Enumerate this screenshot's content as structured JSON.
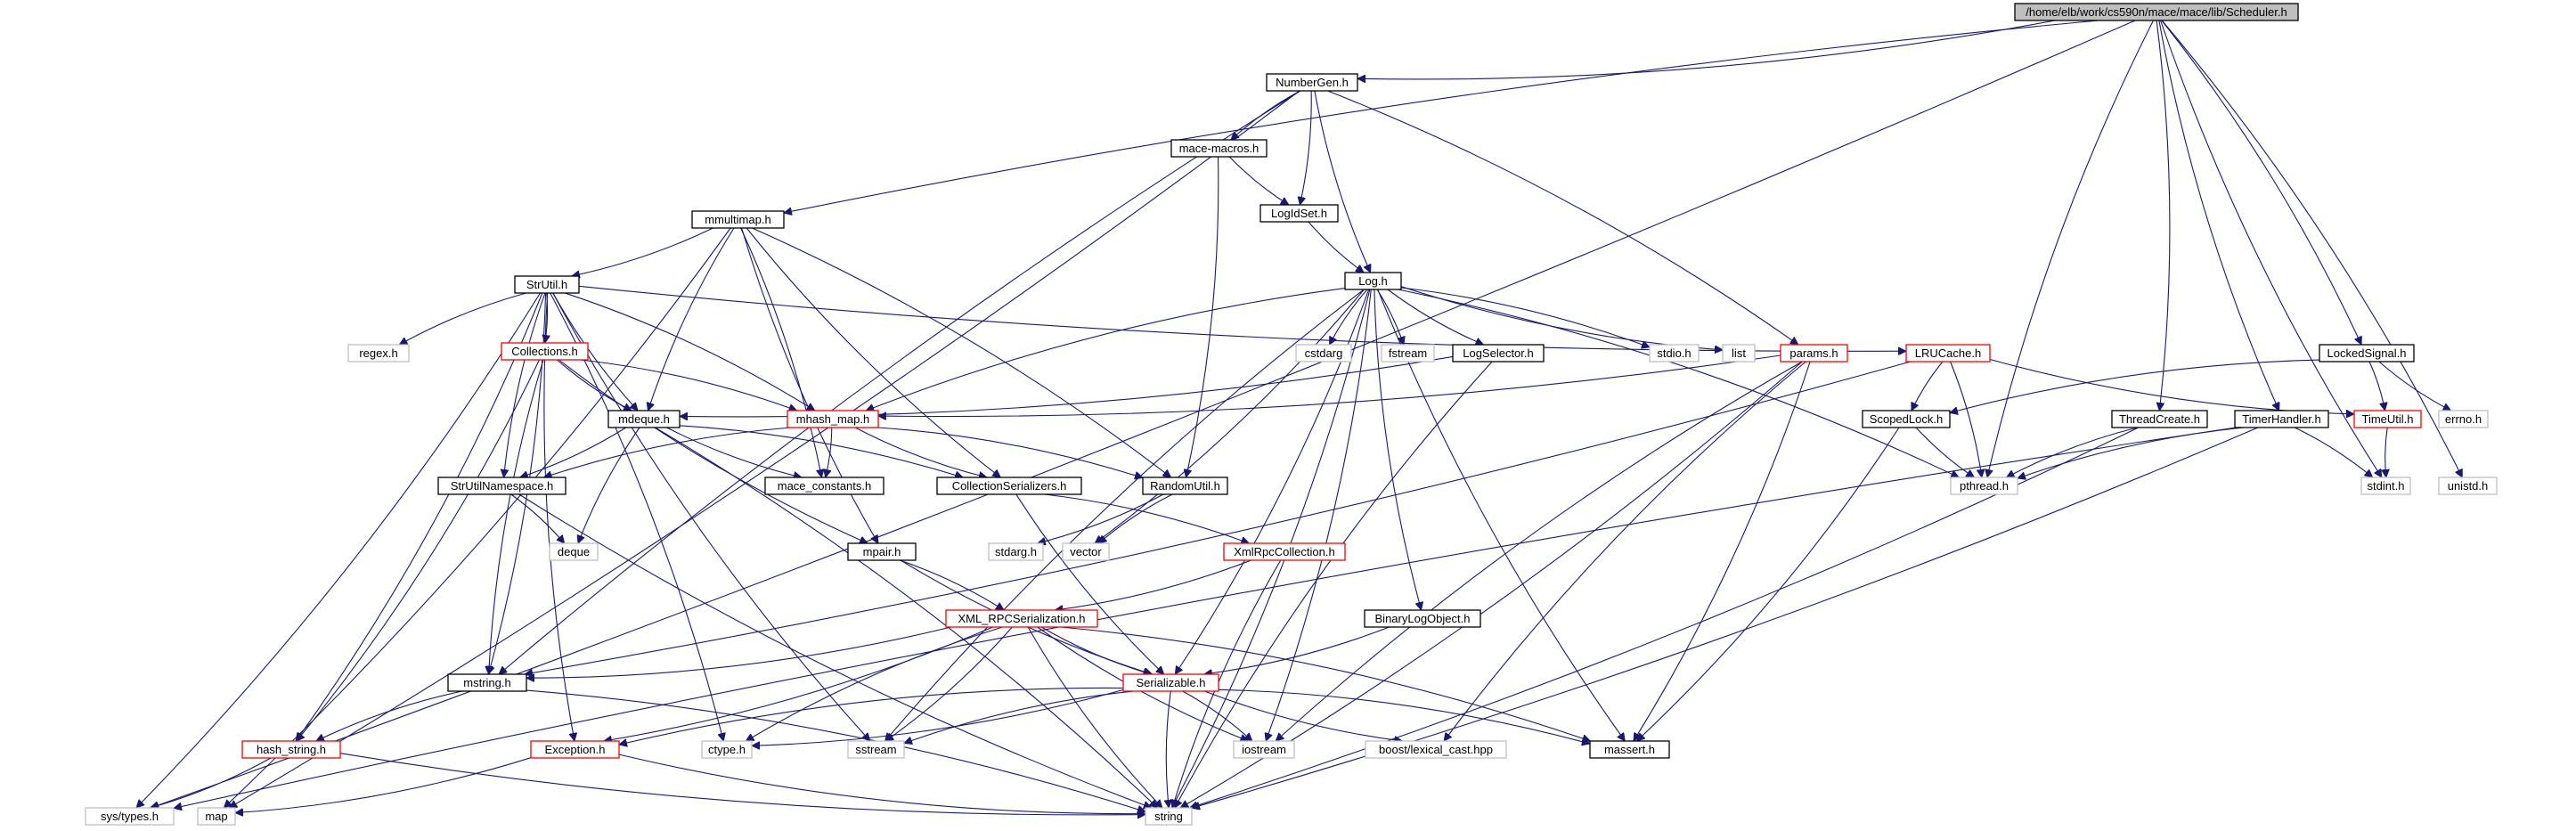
{
  "diagram": {
    "colors": {
      "edge": "#191970",
      "internal_border": "#000000",
      "incomplete_border": "#ff0000",
      "external_border": "#bfbfbf",
      "root_fill": "#bfbfbf",
      "text": "#000000"
    },
    "nodes": [
      {
        "id": "scheduler",
        "label": "/home/elb/work/cs590n/mace/mace/lib/Scheduler.h",
        "kind": "root"
      },
      {
        "id": "numbergen",
        "label": "NumberGen.h",
        "kind": "internal"
      },
      {
        "id": "macemacros",
        "label": "mace-macros.h",
        "kind": "internal"
      },
      {
        "id": "logidset",
        "label": "LogIdSet.h",
        "kind": "internal"
      },
      {
        "id": "mmultimap",
        "label": "mmultimap.h",
        "kind": "internal"
      },
      {
        "id": "log",
        "label": "Log.h",
        "kind": "internal"
      },
      {
        "id": "strutil",
        "label": "StrUtil.h",
        "kind": "internal"
      },
      {
        "id": "regex",
        "label": "regex.h",
        "kind": "external"
      },
      {
        "id": "collections",
        "label": "Collections.h",
        "kind": "incomplete"
      },
      {
        "id": "cstdarg",
        "label": "cstdarg",
        "kind": "external"
      },
      {
        "id": "fstream",
        "label": "fstream",
        "kind": "external"
      },
      {
        "id": "logselector",
        "label": "LogSelector.h",
        "kind": "internal"
      },
      {
        "id": "stdio",
        "label": "stdio.h",
        "kind": "external"
      },
      {
        "id": "list",
        "label": "list",
        "kind": "external"
      },
      {
        "id": "params",
        "label": "params.h",
        "kind": "incomplete"
      },
      {
        "id": "lrucache",
        "label": "LRUCache.h",
        "kind": "incomplete"
      },
      {
        "id": "lockedsignal",
        "label": "LockedSignal.h",
        "kind": "internal"
      },
      {
        "id": "mdeque",
        "label": "mdeque.h",
        "kind": "internal"
      },
      {
        "id": "mhashmap",
        "label": "mhash_map.h",
        "kind": "incomplete"
      },
      {
        "id": "scopedlock",
        "label": "ScopedLock.h",
        "kind": "internal"
      },
      {
        "id": "threadcreate",
        "label": "ThreadCreate.h",
        "kind": "internal"
      },
      {
        "id": "timerhandler",
        "label": "TimerHandler.h",
        "kind": "internal"
      },
      {
        "id": "timeutil",
        "label": "TimeUtil.h",
        "kind": "incomplete"
      },
      {
        "id": "errno",
        "label": "errno.h",
        "kind": "external"
      },
      {
        "id": "strutilns",
        "label": "StrUtilNamespace.h",
        "kind": "internal"
      },
      {
        "id": "maceconst",
        "label": "mace_constants.h",
        "kind": "internal"
      },
      {
        "id": "collser",
        "label": "CollectionSerializers.h",
        "kind": "internal"
      },
      {
        "id": "randomutil",
        "label": "RandomUtil.h",
        "kind": "internal"
      },
      {
        "id": "pthread",
        "label": "pthread.h",
        "kind": "external"
      },
      {
        "id": "stdint",
        "label": "stdint.h",
        "kind": "external"
      },
      {
        "id": "unistd",
        "label": "unistd.h",
        "kind": "external"
      },
      {
        "id": "deque",
        "label": "deque",
        "kind": "external"
      },
      {
        "id": "mpair",
        "label": "mpair.h",
        "kind": "internal"
      },
      {
        "id": "stdarg",
        "label": "stdarg.h",
        "kind": "external"
      },
      {
        "id": "vector",
        "label": "vector",
        "kind": "external"
      },
      {
        "id": "xmlrpccoll",
        "label": "XmlRpcCollection.h",
        "kind": "incomplete"
      },
      {
        "id": "xmlrpcser",
        "label": "XML_RPCSerialization.h",
        "kind": "incomplete"
      },
      {
        "id": "binarylog",
        "label": "BinaryLogObject.h",
        "kind": "internal"
      },
      {
        "id": "mstring",
        "label": "mstring.h",
        "kind": "internal"
      },
      {
        "id": "serializable",
        "label": "Serializable.h",
        "kind": "incomplete"
      },
      {
        "id": "hashstring",
        "label": "hash_string.h",
        "kind": "incomplete"
      },
      {
        "id": "exception",
        "label": "Exception.h",
        "kind": "incomplete"
      },
      {
        "id": "ctype",
        "label": "ctype.h",
        "kind": "external"
      },
      {
        "id": "sstream",
        "label": "sstream",
        "kind": "external"
      },
      {
        "id": "iostream",
        "label": "iostream",
        "kind": "external"
      },
      {
        "id": "lexcast",
        "label": "boost/lexical_cast.hpp",
        "kind": "external"
      },
      {
        "id": "massert",
        "label": "massert.h",
        "kind": "internal"
      },
      {
        "id": "systypes",
        "label": "sys/types.h",
        "kind": "external"
      },
      {
        "id": "map",
        "label": "map",
        "kind": "external"
      },
      {
        "id": "string",
        "label": "string",
        "kind": "external"
      }
    ],
    "edges": [
      [
        "scheduler",
        "numbergen"
      ],
      [
        "scheduler",
        "mmultimap"
      ],
      [
        "scheduler",
        "systypes"
      ],
      [
        "scheduler",
        "pthread"
      ],
      [
        "scheduler",
        "threadcreate"
      ],
      [
        "scheduler",
        "timerhandler"
      ],
      [
        "scheduler",
        "lockedsignal"
      ],
      [
        "scheduler",
        "stdint"
      ],
      [
        "scheduler",
        "unistd"
      ],
      [
        "numbergen",
        "macemacros"
      ],
      [
        "numbergen",
        "logidset"
      ],
      [
        "numbergen",
        "log"
      ],
      [
        "numbergen",
        "params"
      ],
      [
        "numbergen",
        "mstring"
      ],
      [
        "numbergen",
        "map"
      ],
      [
        "macemacros",
        "logidset"
      ],
      [
        "macemacros",
        "randomutil"
      ],
      [
        "logidset",
        "log"
      ],
      [
        "mmultimap",
        "strutil"
      ],
      [
        "mmultimap",
        "mdeque"
      ],
      [
        "mmultimap",
        "maceconst"
      ],
      [
        "mmultimap",
        "collser"
      ],
      [
        "mmultimap",
        "randomutil"
      ],
      [
        "mmultimap",
        "mpair"
      ],
      [
        "mmultimap",
        "map"
      ],
      [
        "log",
        "cstdarg"
      ],
      [
        "log",
        "fstream"
      ],
      [
        "log",
        "logselector"
      ],
      [
        "log",
        "stdio"
      ],
      [
        "log",
        "list"
      ],
      [
        "log",
        "pthread"
      ],
      [
        "log",
        "mhashmap"
      ],
      [
        "log",
        "iostream"
      ],
      [
        "log",
        "massert"
      ],
      [
        "log",
        "serializable"
      ],
      [
        "log",
        "binarylog"
      ],
      [
        "log",
        "vector"
      ],
      [
        "log",
        "sstream"
      ],
      [
        "log",
        "string"
      ],
      [
        "strutil",
        "regex"
      ],
      [
        "strutil",
        "collections"
      ],
      [
        "strutil",
        "mdeque"
      ],
      [
        "strutil",
        "mhashmap"
      ],
      [
        "strutil",
        "strutilns"
      ],
      [
        "strutil",
        "hashstring"
      ],
      [
        "strutil",
        "exception"
      ],
      [
        "strutil",
        "ctype"
      ],
      [
        "strutil",
        "sstream"
      ],
      [
        "strutil",
        "systypes"
      ],
      [
        "strutil",
        "lrucache"
      ],
      [
        "strutil",
        "mstring"
      ],
      [
        "collections",
        "mdeque"
      ],
      [
        "collections",
        "mhashmap"
      ],
      [
        "collections",
        "mpair"
      ],
      [
        "collections",
        "hashstring"
      ],
      [
        "collections",
        "mstring"
      ],
      [
        "logselector",
        "mdeque"
      ],
      [
        "logselector",
        "string"
      ],
      [
        "params",
        "mhashmap"
      ],
      [
        "params",
        "iostream"
      ],
      [
        "params",
        "massert"
      ],
      [
        "params",
        "lexcast"
      ],
      [
        "params",
        "string"
      ],
      [
        "lrucache",
        "scopedlock"
      ],
      [
        "lrucache",
        "pthread"
      ],
      [
        "lrucache",
        "timeutil"
      ],
      [
        "lrucache",
        "mstring"
      ],
      [
        "lockedsignal",
        "scopedlock"
      ],
      [
        "lockedsignal",
        "timeutil"
      ],
      [
        "lockedsignal",
        "errno"
      ],
      [
        "mdeque",
        "strutilns"
      ],
      [
        "mdeque",
        "maceconst"
      ],
      [
        "mdeque",
        "collser"
      ],
      [
        "mdeque",
        "deque"
      ],
      [
        "mdeque",
        "string"
      ],
      [
        "mhashmap",
        "strutilns"
      ],
      [
        "mhashmap",
        "maceconst"
      ],
      [
        "mhashmap",
        "collser"
      ],
      [
        "mhashmap",
        "randomutil"
      ],
      [
        "scopedlock",
        "pthread"
      ],
      [
        "scopedlock",
        "massert"
      ],
      [
        "threadcreate",
        "pthread"
      ],
      [
        "threadcreate",
        "string"
      ],
      [
        "timerhandler",
        "pthread"
      ],
      [
        "timerhandler",
        "stdint"
      ],
      [
        "timerhandler",
        "systypes"
      ],
      [
        "timerhandler",
        "string"
      ],
      [
        "timeutil",
        "stdint"
      ],
      [
        "strutilns",
        "deque"
      ],
      [
        "strutilns",
        "string"
      ],
      [
        "collser",
        "xmlrpccoll"
      ],
      [
        "collser",
        "serializable"
      ],
      [
        "randomutil",
        "stdarg"
      ],
      [
        "randomutil",
        "vector"
      ],
      [
        "mpair",
        "xmlrpcser"
      ],
      [
        "mpair",
        "serializable"
      ],
      [
        "xmlrpccoll",
        "xmlrpcser"
      ],
      [
        "xmlrpccoll",
        "string"
      ],
      [
        "xmlrpcser",
        "mstring"
      ],
      [
        "xmlrpcser",
        "serializable"
      ],
      [
        "xmlrpcser",
        "exception"
      ],
      [
        "xmlrpcser",
        "ctype"
      ],
      [
        "xmlrpcser",
        "sstream"
      ],
      [
        "xmlrpcser",
        "iostream"
      ],
      [
        "xmlrpcser",
        "massert"
      ],
      [
        "xmlrpcser",
        "string"
      ],
      [
        "binarylog",
        "serializable"
      ],
      [
        "mstring",
        "hashstring"
      ],
      [
        "mstring",
        "string"
      ],
      [
        "serializable",
        "exception"
      ],
      [
        "serializable",
        "ctype"
      ],
      [
        "serializable",
        "sstream"
      ],
      [
        "serializable",
        "iostream"
      ],
      [
        "serializable",
        "lexcast"
      ],
      [
        "serializable",
        "massert"
      ],
      [
        "serializable",
        "string"
      ],
      [
        "hashstring",
        "systypes"
      ],
      [
        "hashstring",
        "string"
      ],
      [
        "exception",
        "map"
      ],
      [
        "exception",
        "string"
      ]
    ]
  }
}
